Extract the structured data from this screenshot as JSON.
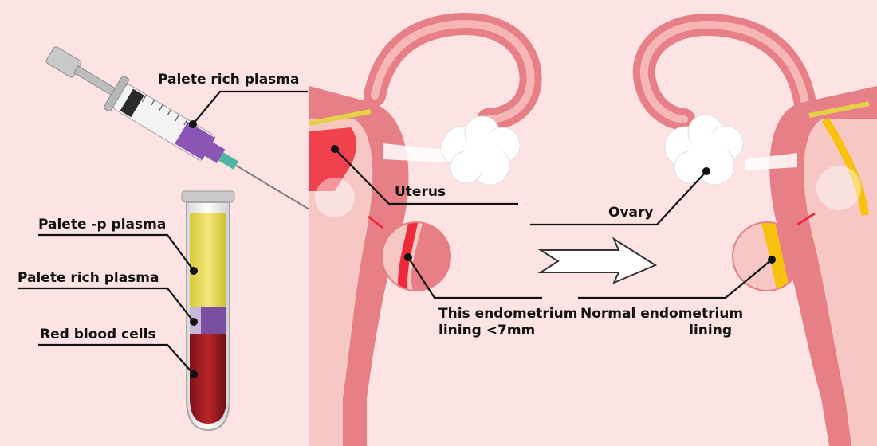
{
  "labels": {
    "syringe": "Palete rich plasma",
    "tube_top": "Palete -p plasma",
    "tube_mid": "Palete rich plasma",
    "tube_bottom": "Red blood cells",
    "uterus": "Uterus",
    "ovary": "Ovary",
    "thin_line1": "This endometrium",
    "thin_line2": "lining <7mm",
    "normal_line1": "Normal endometrium",
    "normal_line2": "lining"
  },
  "colors": {
    "background": "#fde3e3",
    "uterus_outer": "#e77f86",
    "uterus_inner": "#f6c7c3",
    "tube_outline": "#e58a8f",
    "thin_lining": "#ee2a3a",
    "normal_lining": "#f6c20e",
    "plasma_yellow": "#e9dc57",
    "platelet_purple": "#7a4fa0",
    "rbc_red": "#9e1b1f",
    "ovary_white": "#ffffff"
  }
}
